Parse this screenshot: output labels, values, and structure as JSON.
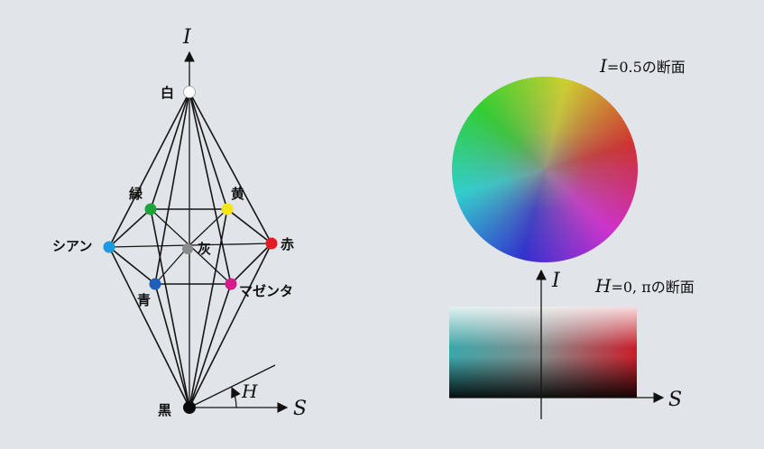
{
  "diagram": {
    "axis_I": "I",
    "axis_S": "S",
    "angle_H": "H",
    "nodes": {
      "white": "白",
      "green": "緑",
      "yellow": "黄",
      "cyan": "シアン",
      "gray": "灰",
      "red": "赤",
      "blue": "青",
      "magenta": "マゼンタ",
      "black": "黒"
    },
    "colors": {
      "white": "#ffffff",
      "green": "#1ea23a",
      "yellow": "#f3e516",
      "cyan": "#1a9be0",
      "gray": "#8a8a8a",
      "red": "#e21b26",
      "blue": "#1f5fb8",
      "magenta": "#d51a8c",
      "black": "#0a0a0a"
    }
  },
  "section_top": {
    "var": "I",
    "rest": "=0.5の断面"
  },
  "section_bottom": {
    "var": "H",
    "rest": "=0, πの断面",
    "axis_I": "I",
    "axis_S": "S"
  }
}
